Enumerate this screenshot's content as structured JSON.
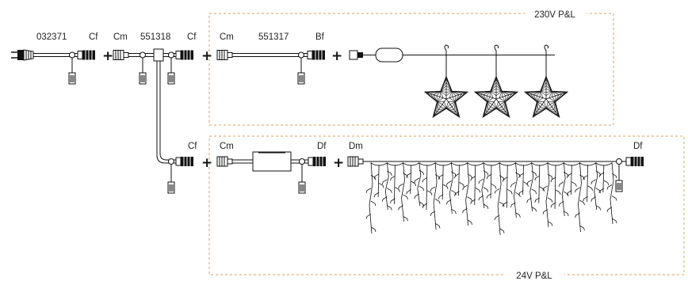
{
  "diagram": {
    "zones": {
      "upper_label": "230V P&L",
      "lower_label": "24V P&L"
    },
    "labels": {
      "part1": "032371",
      "c1": "Cf",
      "c2": "Cm",
      "part2": "551318",
      "c3": "Cf",
      "c4": "Cm",
      "part3": "551317",
      "c5": "Bf",
      "c6": "Cf",
      "c7": "Cm",
      "c8": "Df",
      "c9": "Dm",
      "c10": "Df"
    },
    "plus_sign": "+",
    "colors": {
      "zone_border": "#e0b27a",
      "line": "#111111"
    }
  }
}
